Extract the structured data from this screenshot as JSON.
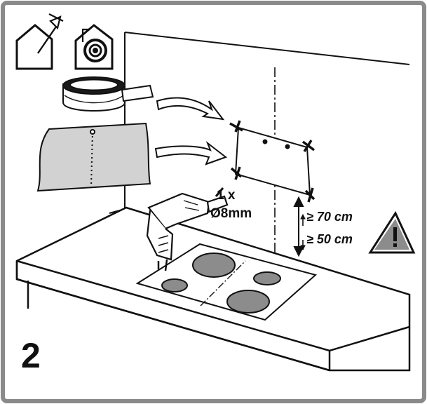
{
  "diagram": {
    "step_number": "2",
    "drill": {
      "quantity": "1 x",
      "diameter": "Ø8mm"
    },
    "heights": {
      "upper": "≥ 70 cm",
      "lower": "≥ 50 cm"
    },
    "icons": [
      "house-exhaust-icon",
      "house-recirculation-icon",
      "adhesive-tape-icon",
      "template-sheet-icon",
      "drill-icon",
      "warning-icon"
    ],
    "colors": {
      "frame": "#8a8a8a",
      "line": "#111111",
      "burner": "#8c8c8c",
      "sheet": "#d2d2d2"
    }
  }
}
